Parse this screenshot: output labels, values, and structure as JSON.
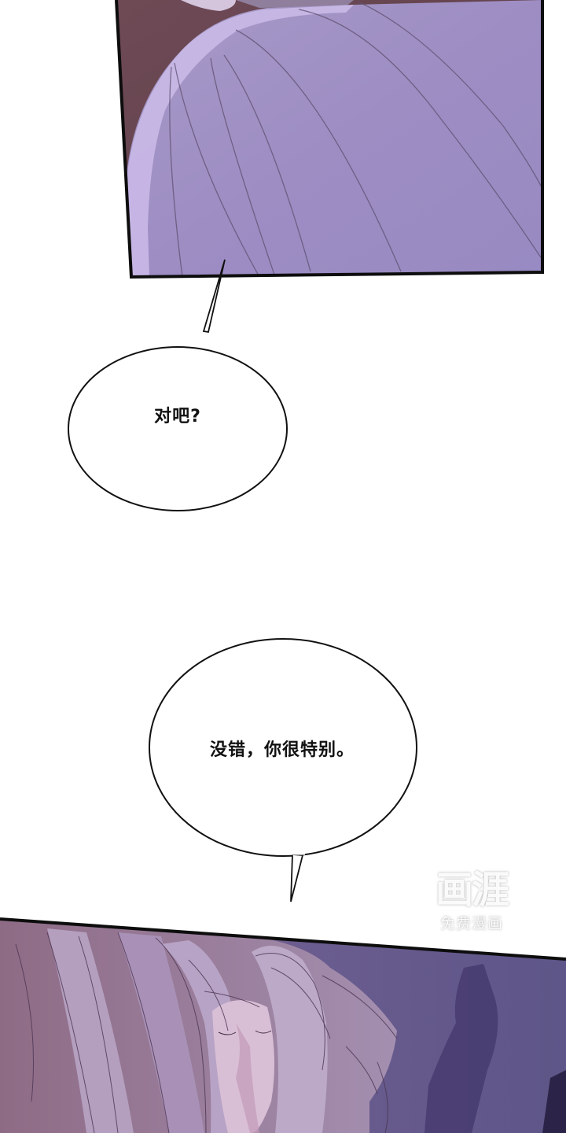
{
  "page": {
    "type": "webtoon-comic-strip",
    "background": "#ffffff"
  },
  "panels": [
    {
      "id": "top-panel",
      "description": "close-up of lavender garment / shoulder with dark brown background at upper-left",
      "colors": {
        "fabric": "#9b8bc4",
        "fabric_highlight": "#c9b8e6",
        "background": "#6b4650",
        "outline": "#111111"
      }
    },
    {
      "id": "bottom-panel",
      "description": "character with long light-lilac hair, head bowed, dark purple background",
      "colors": {
        "hair": "#a995b5",
        "hair_shadow": "#7f6a93",
        "background": "#5d5385",
        "shadow_shape": "#463b6e",
        "skin": "#d8b9cf",
        "outline": "#111111"
      }
    }
  ],
  "bubbles": [
    {
      "id": "bubble-1",
      "text": "对吧?"
    },
    {
      "id": "bubble-2",
      "text": "没错，你很特别。"
    }
  ],
  "watermark": {
    "logo": "画涯",
    "subtitle": "免费漫画"
  }
}
